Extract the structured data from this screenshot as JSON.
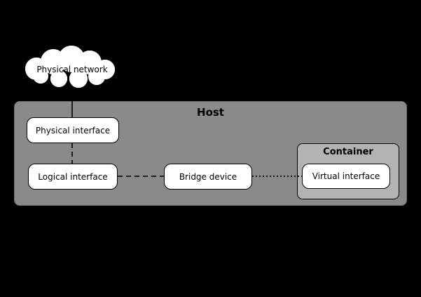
{
  "diagram": {
    "cloud": {
      "label": "Physical network"
    },
    "host": {
      "label": "Host",
      "nodes": {
        "physical_interface": "Physical interface",
        "logical_interface": "Logical interface",
        "bridge_device": "Bridge device"
      },
      "container": {
        "label": "Container",
        "nodes": {
          "virtual_interface": "Virtual interface"
        }
      }
    },
    "connections": [
      {
        "from": "physical-network-cloud",
        "to": "physical-interface",
        "style": "solid"
      },
      {
        "from": "physical-interface",
        "to": "logical-interface",
        "style": "dashed"
      },
      {
        "from": "logical-interface",
        "to": "bridge-device",
        "style": "dashed"
      },
      {
        "from": "bridge-device",
        "to": "virtual-interface",
        "style": "dotted"
      }
    ],
    "colors": {
      "canvas_bg": "#000000",
      "host_bg": "#8a8a8a",
      "container_bg": "#b3b3b3",
      "node_bg": "#ffffff",
      "line_color": "#000000"
    }
  }
}
